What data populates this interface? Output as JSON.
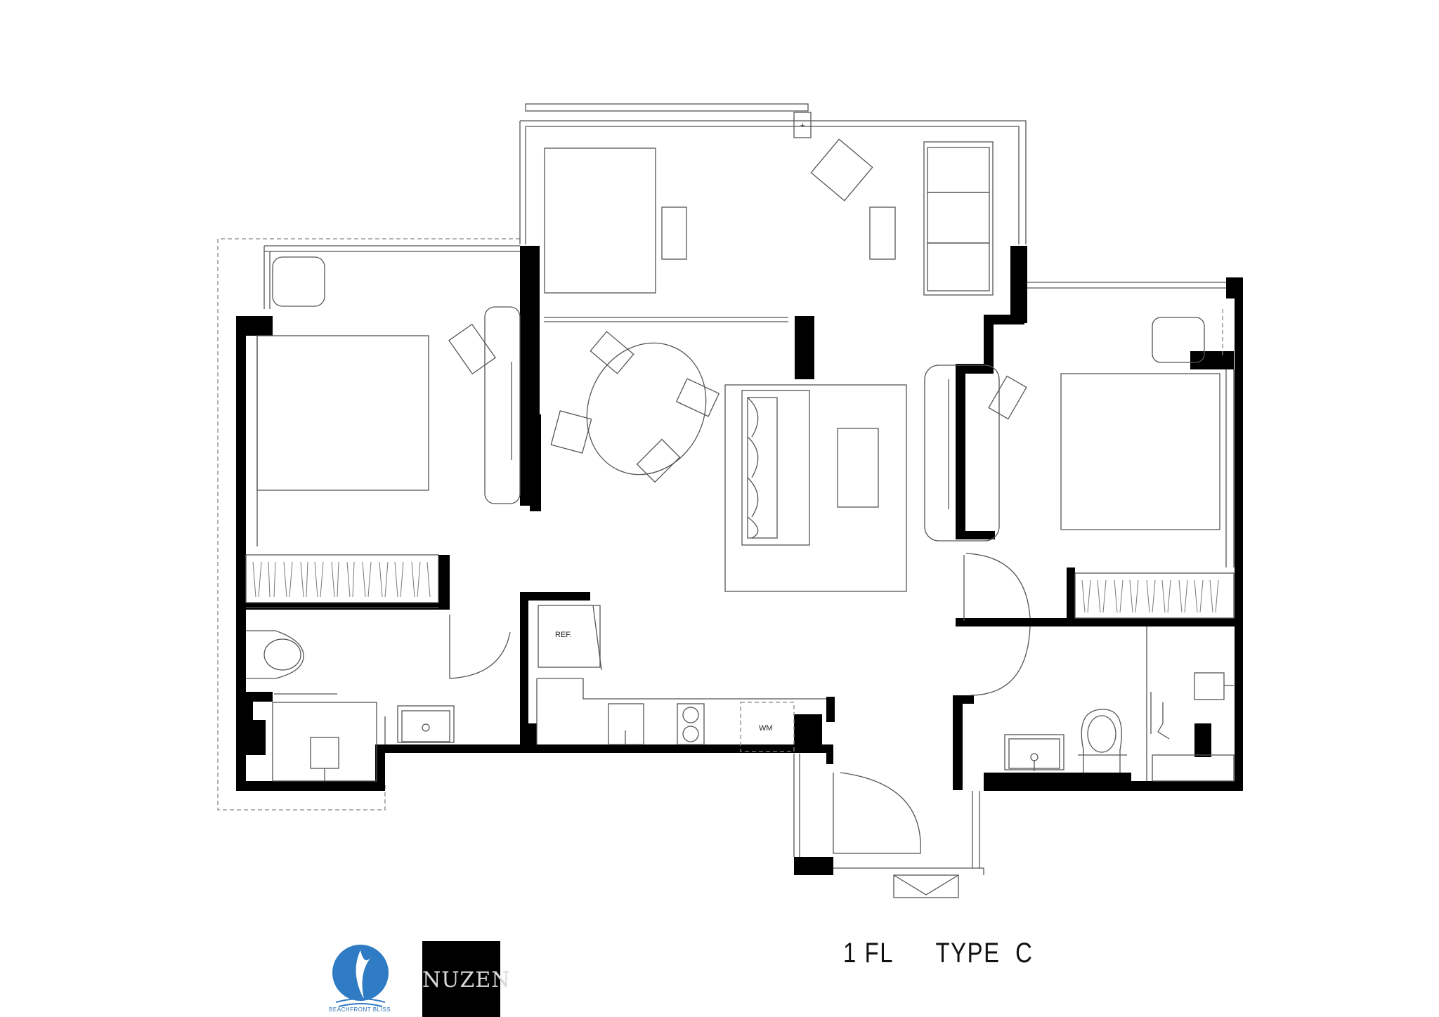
{
  "plan": {
    "floor_label": "1 FL",
    "type_label": "TYPE  C",
    "ref_label": "REF.",
    "wm_label": "WM"
  },
  "branding": {
    "logo1_text": "BEACHFRONT BLISS",
    "logo2_text": "NUZEN",
    "logo1_color": "#2f7bc4"
  }
}
